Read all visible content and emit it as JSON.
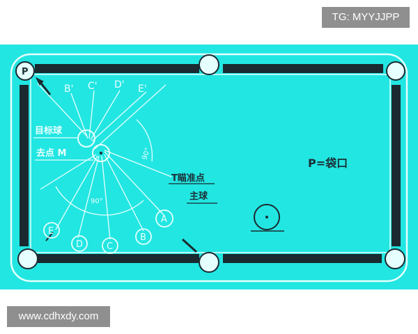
{
  "watermarks": {
    "top_right": "TG: MYYJJPP",
    "bottom_left": "www.cdhxdy.com"
  },
  "diagram": {
    "colors": {
      "background": "#22e6e2",
      "rail": "#1a2a30",
      "line": "#e6ffff",
      "ink": "#1b2f35"
    },
    "pocket_label": "P",
    "legend": "P=袋口",
    "target_ball_label": "目标球",
    "position_m_label": "去点 M",
    "cue_point_label": "T瞄准点",
    "cue_ball_label": "主球",
    "angle_90_right": "90°",
    "angle_90_bottom": "90°",
    "upper_letters": [
      "B'",
      "C'",
      "D'",
      "E'"
    ],
    "circled_letters": [
      "E",
      "D",
      "C",
      "B",
      "A"
    ]
  }
}
